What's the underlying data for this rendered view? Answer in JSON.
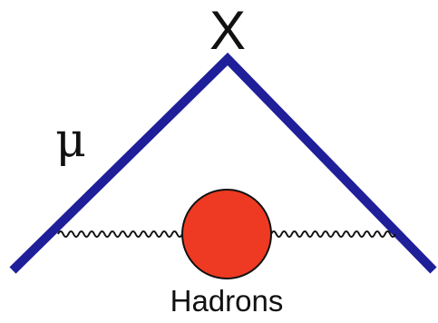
{
  "labels": {
    "vertex": "X",
    "lepton": "μ",
    "blob": "Hadrons"
  },
  "colors": {
    "lepton_line": "#1f1f9a",
    "blob_fill": "#ee3a22",
    "blob_stroke": "#111111",
    "wavy_line": "#111111"
  },
  "icons": {
    "blob": "filled-circle",
    "propagator": "wavy-photon-line"
  }
}
